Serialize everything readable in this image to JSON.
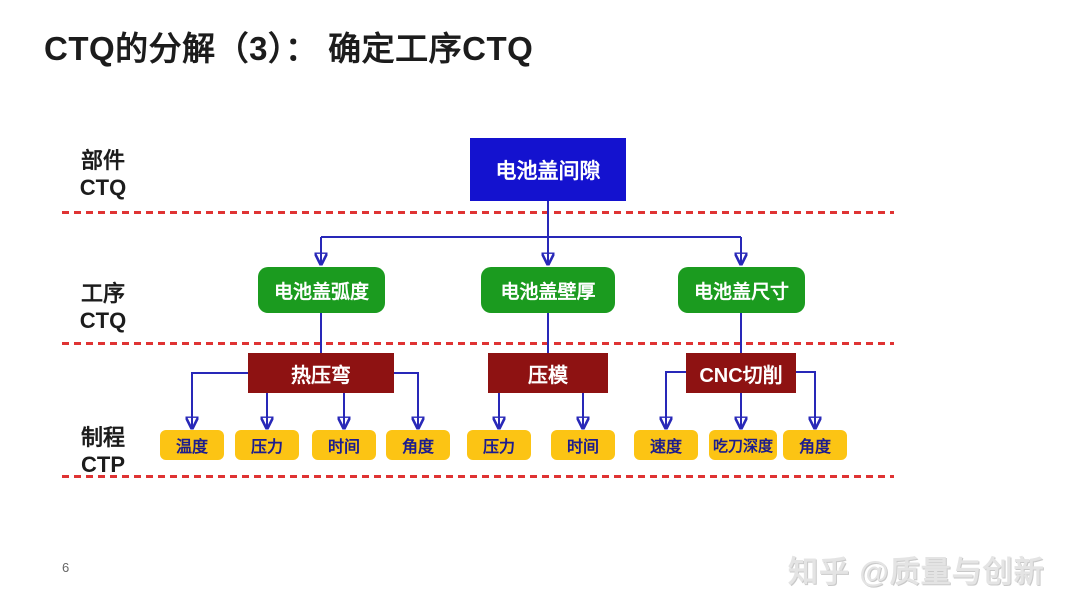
{
  "slide": {
    "title": "CTQ的分解（3）： 确定工序CTQ",
    "page_number": "6",
    "watermark": "知乎 @质量与创新"
  },
  "levels": {
    "component": {
      "line1": "部件",
      "line2": "CTQ"
    },
    "process": {
      "line1": "工序",
      "line2": "CTQ"
    },
    "ctp": {
      "line1": "制程",
      "line2": "CTP"
    }
  },
  "tree": {
    "root": {
      "label": "电池盖间隙",
      "children": [
        {
          "label": "电池盖弧度",
          "operation": "热压弯",
          "factors": [
            "温度",
            "压力",
            "时间",
            "角度"
          ]
        },
        {
          "label": "电池盖壁厚",
          "operation": "压模",
          "factors": [
            "压力",
            "时间"
          ]
        },
        {
          "label": "电池盖尺寸",
          "operation": "CNC切削",
          "factors": [
            "速度",
            "吃刀深度",
            "角度"
          ]
        }
      ]
    }
  },
  "colors": {
    "component_box": "#1412cf",
    "process_box": "#1b9b1f",
    "operation_box": "#8e1212",
    "factor_box": "#fcc414",
    "factor_text": "#1c1c8e",
    "connector": "#2828b8",
    "divider": "#df3333"
  }
}
